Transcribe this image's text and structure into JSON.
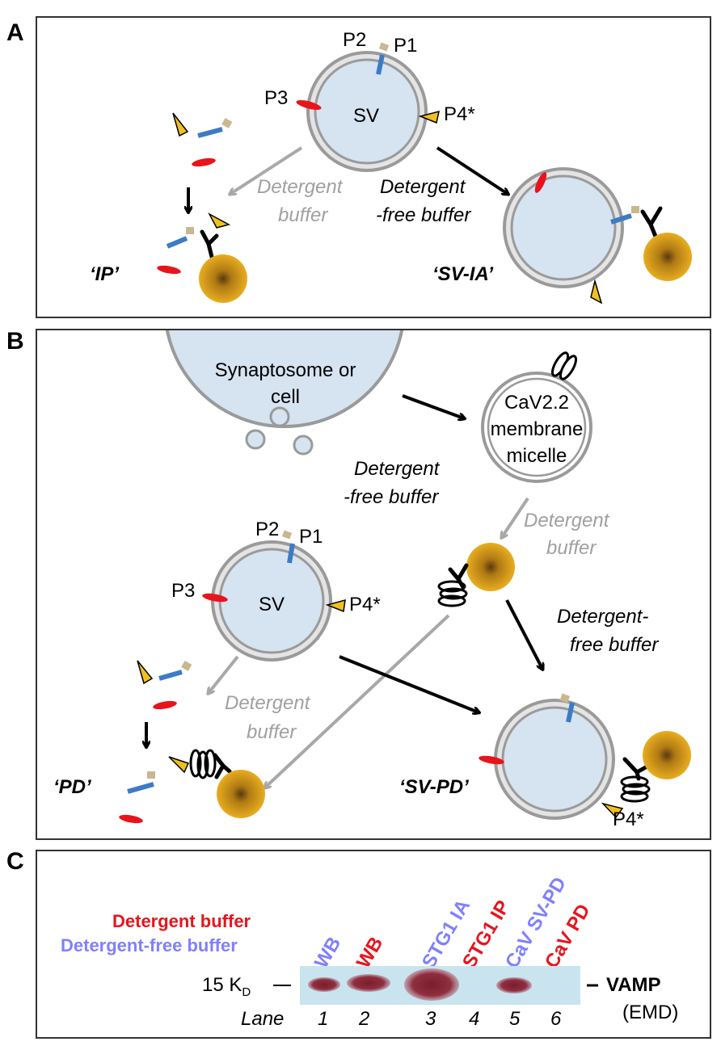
{
  "panels": {
    "a": {
      "label": "A",
      "sv": "SV",
      "p1": "P1",
      "p2": "P2",
      "p3": "P3",
      "p4": "P4*",
      "arrow_detergent": [
        "Detergent",
        "buffer"
      ],
      "arrow_detergent_free": [
        "Detergent",
        "-free  buffer"
      ],
      "result_left": "‘IP’",
      "result_right": "‘SV-IA’"
    },
    "b": {
      "label": "B",
      "synaptosome": [
        "Synaptosome or",
        "cell"
      ],
      "micelle": [
        "CaV2.2",
        "membrane",
        "micelle"
      ],
      "arrow_top": [
        "Detergent",
        "-free  buffer"
      ],
      "arrow_micelle": [
        "Detergent",
        "buffer"
      ],
      "arrow_bead": [
        "Detergent-",
        "free buffer"
      ],
      "sv": "SV",
      "p1": "P1",
      "p2": "P2",
      "p3": "P3",
      "p4": "P4*",
      "arrow_sv_detergent": [
        "Detergent",
        "buffer"
      ],
      "p4_bottom": "P4*",
      "result_left": "‘PD’",
      "result_right": "‘SV-PD’"
    },
    "c": {
      "label": "C",
      "legend_detergent": "Detergent buffer",
      "legend_detergent_free": "Detergent-free buffer",
      "lanes": [
        {
          "label": "WB",
          "buffer": "free",
          "number": "1"
        },
        {
          "label": "WB",
          "buffer": "detergent",
          "number": "2"
        },
        {
          "label": "STG1 IA",
          "buffer": "free",
          "number": "3"
        },
        {
          "label": "STG1 IP",
          "buffer": "detergent",
          "number": "4"
        },
        {
          "label": "CaV SV-PD",
          "buffer": "free",
          "number": "5"
        },
        {
          "label": "CaV PD",
          "buffer": "detergent",
          "number": "6"
        }
      ],
      "marker_size": "15 K",
      "marker_sub": "D",
      "lane_word": "Lane",
      "band_label": "VAMP",
      "antibody": "(EMD)"
    }
  },
  "colors": {
    "detergent": "#e8141c",
    "detergent_free": "#8080ff",
    "vesicle_fill": "#d6e3f0",
    "membrane": "#9a9a9a",
    "bead": "#e6a817",
    "p1": "#3d7bc4",
    "p2": "#c8b890",
    "p3": "#e8141c",
    "p4": "#f0c020",
    "gray_arrow": "#a8a8a8",
    "blot_bg": "#c9e4ef",
    "band": "#8a2a38"
  }
}
